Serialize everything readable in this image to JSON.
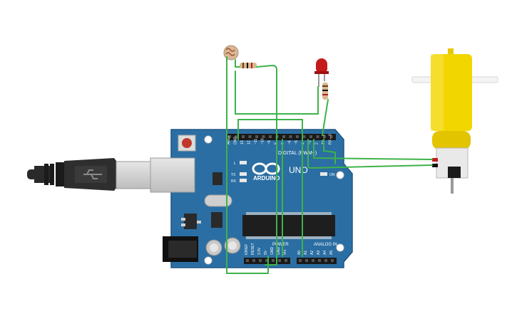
{
  "board": {
    "label_digital": "DIGITAL (PWM~)",
    "label_analog": "ANALOG IN",
    "label_power": "POWER",
    "label_brand": "ARDUINO",
    "label_model": "UNO",
    "label_on": "ON",
    "label_l": "L",
    "label_tx": "TX",
    "label_rx": "RX",
    "digital_pins": [
      "AREF",
      "GND",
      "13",
      "12",
      "~11",
      "~10",
      "~9",
      "8",
      "7",
      "~6",
      "~5",
      "4",
      "~3",
      "2",
      "TX→1",
      "RX←0"
    ],
    "power_pins": [
      "IOREF",
      "RESET",
      "3.3V",
      "5V",
      "GND",
      "GND",
      "Vin"
    ],
    "analog_pins": [
      "A0",
      "A1",
      "A2",
      "A3",
      "A4",
      "A5"
    ]
  },
  "colors": {
    "board": "#2b6ea3",
    "board_dark": "#1f5684",
    "wire": "#3db34a",
    "motor": "#f2d600",
    "led": "#c41a1a"
  },
  "components": {
    "photoresistor_icon": "photoresistor-icon",
    "resistor_icon": "resistor-icon",
    "led_icon": "led-icon",
    "motor_icon": "dc-motor-icon",
    "usb_icon": "usb-cable-icon"
  }
}
